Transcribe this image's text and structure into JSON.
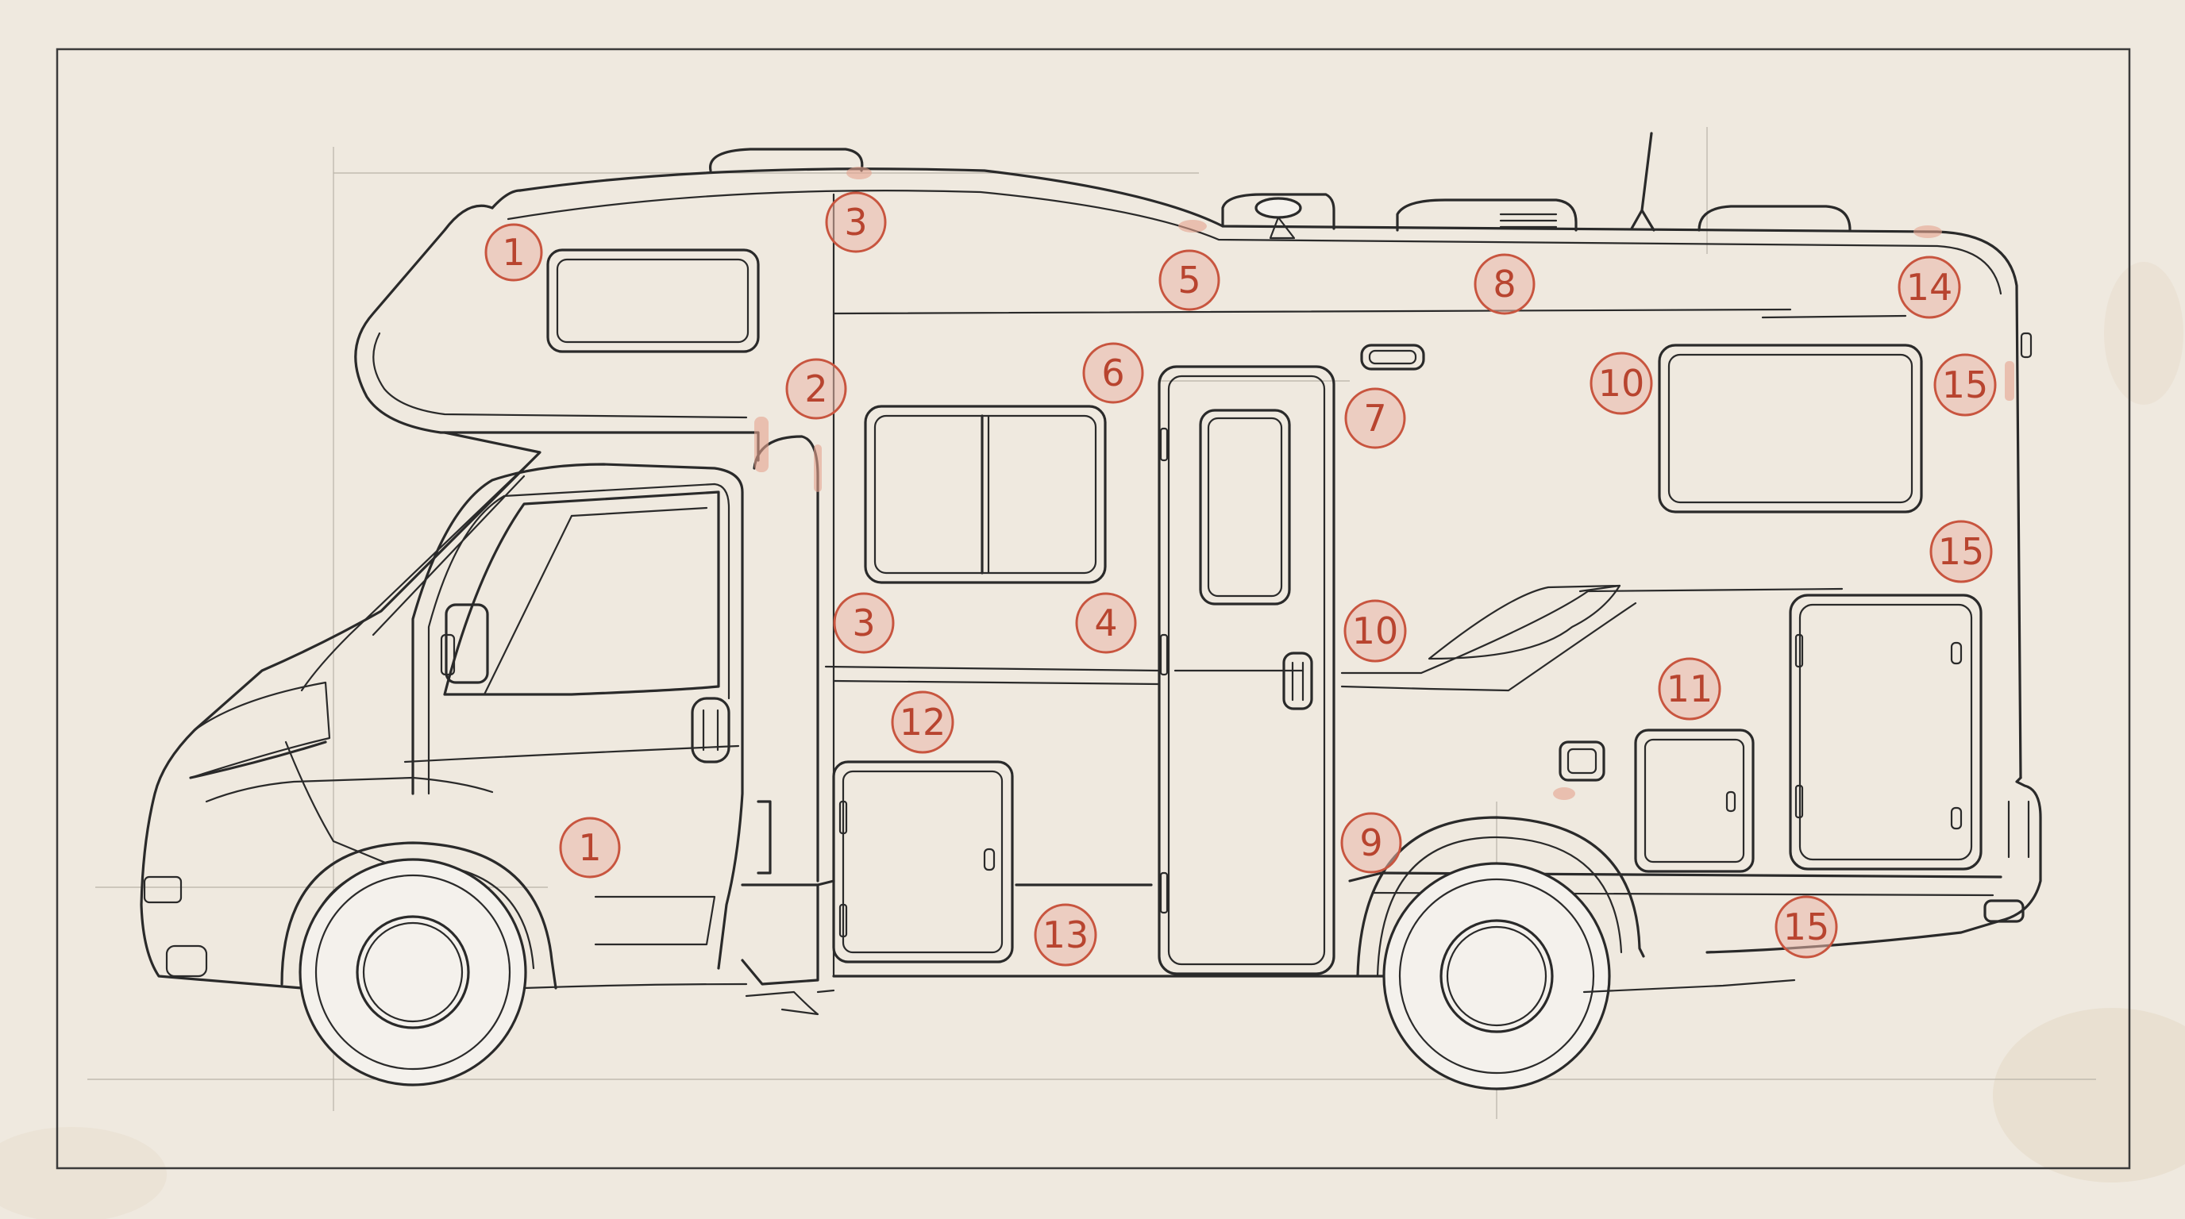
{
  "diagram": {
    "subject": "motorhome side-view line drawing",
    "colors": {
      "paper": "#efe9df",
      "ink": "#2a2a2a",
      "marker_stroke": "#c8553f",
      "marker_fill": "#e9b7a8",
      "marker_text": "#b8442f"
    },
    "callouts": [
      {
        "id": "c1a",
        "label": "1"
      },
      {
        "id": "c3a",
        "label": "3"
      },
      {
        "id": "c5",
        "label": "5"
      },
      {
        "id": "c8",
        "label": "8"
      },
      {
        "id": "c14",
        "label": "14"
      },
      {
        "id": "c2",
        "label": "2"
      },
      {
        "id": "c6",
        "label": "6"
      },
      {
        "id": "c7",
        "label": "7"
      },
      {
        "id": "c10a",
        "label": "10"
      },
      {
        "id": "c15a",
        "label": "15"
      },
      {
        "id": "c15b",
        "label": "15"
      },
      {
        "id": "c3b",
        "label": "3"
      },
      {
        "id": "c4",
        "label": "4"
      },
      {
        "id": "c10b",
        "label": "10"
      },
      {
        "id": "c11",
        "label": "11"
      },
      {
        "id": "c12",
        "label": "12"
      },
      {
        "id": "c1b",
        "label": "1"
      },
      {
        "id": "c9",
        "label": "9"
      },
      {
        "id": "c13",
        "label": "13"
      },
      {
        "id": "c15c",
        "label": "15"
      }
    ]
  }
}
